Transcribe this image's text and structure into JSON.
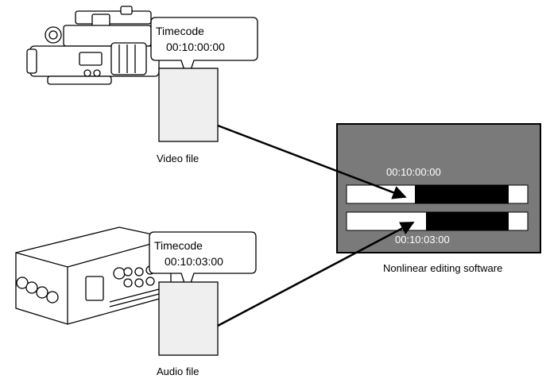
{
  "camera": {
    "callout_label": "Timecode",
    "callout_value": "00:10:00:00",
    "file_label": "Video file"
  },
  "recorder": {
    "callout_label": "Timecode",
    "callout_value": "00:10:03:00",
    "file_label": "Audio file"
  },
  "nle": {
    "label": "Nonlinear editing software",
    "track1_timecode": "00:10:00:00",
    "track2_timecode": "00:10:03:00"
  },
  "colors": {
    "screen_bg": "#7a7a7a",
    "file_fill": "#efefef",
    "track_clip": "#000000"
  }
}
